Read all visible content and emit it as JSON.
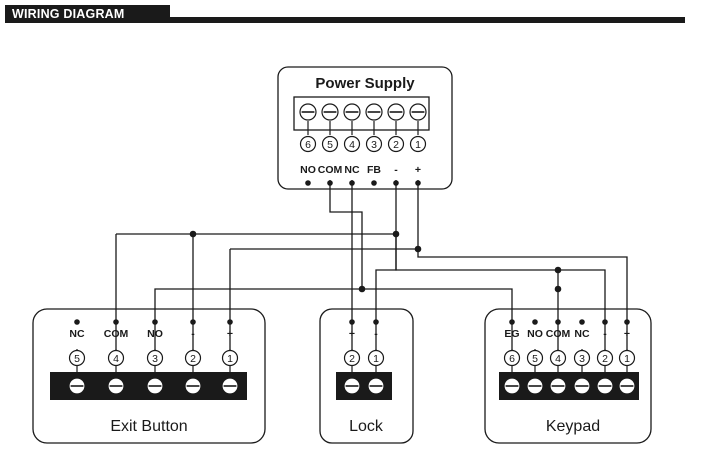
{
  "header": {
    "title": "WIRING DIAGRAM"
  },
  "power_supply": {
    "title": "Power Supply",
    "terminals": [
      {
        "num": "6",
        "label": "NO"
      },
      {
        "num": "5",
        "label": "COM"
      },
      {
        "num": "4",
        "label": "NC"
      },
      {
        "num": "3",
        "label": "FB"
      },
      {
        "num": "2",
        "label": "-"
      },
      {
        "num": "1",
        "label": "+"
      }
    ]
  },
  "exit_button": {
    "title": "Exit Button",
    "terminals": [
      {
        "num": "5",
        "label": "NC"
      },
      {
        "num": "4",
        "label": "COM"
      },
      {
        "num": "3",
        "label": "NO"
      },
      {
        "num": "2",
        "label": "-"
      },
      {
        "num": "1",
        "label": "+"
      }
    ]
  },
  "lock": {
    "title": "Lock",
    "terminals": [
      {
        "num": "2",
        "label": "+"
      },
      {
        "num": "1",
        "label": "-"
      }
    ]
  },
  "keypad": {
    "title": "Keypad",
    "terminals": [
      {
        "num": "6",
        "label": "EG"
      },
      {
        "num": "5",
        "label": "NO"
      },
      {
        "num": "4",
        "label": "COM"
      },
      {
        "num": "3",
        "label": "NC"
      },
      {
        "num": "2",
        "label": "-"
      },
      {
        "num": "1",
        "label": "+"
      }
    ]
  }
}
